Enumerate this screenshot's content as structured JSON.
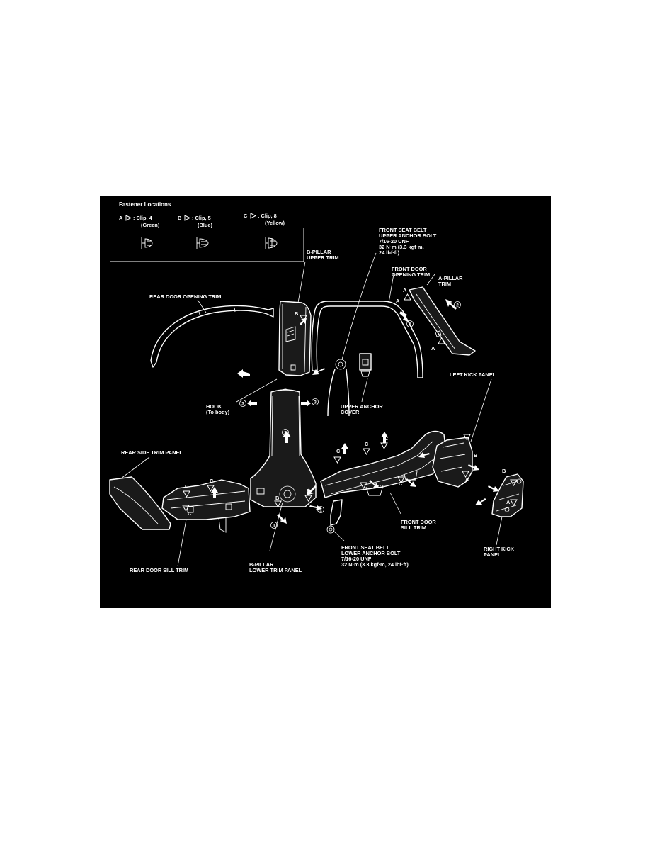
{
  "legend": {
    "title": "Fastener Locations",
    "clips": [
      {
        "letter": "A",
        "text": ": Clip, 4",
        "color": "(Green)"
      },
      {
        "letter": "B",
        "text": ": Clip, 5",
        "color": "(Blue)"
      },
      {
        "letter": "C",
        "text": ": Clip, 8",
        "color": "(Yellow)"
      }
    ]
  },
  "labels": {
    "front_seat_belt_upper": [
      "FRONT SEAT BELT",
      "UPPER ANCHOR BOLT",
      "7/16-20 UNF",
      "32 N·m (3.3 kgf·m,",
      "24 lbf·ft)"
    ],
    "b_pillar_upper": [
      "B-PILLAR",
      "UPPER TRIM"
    ],
    "front_door_opening": [
      "FRONT DOOR",
      "OPENING TRIM"
    ],
    "a_pillar": [
      "A-PILLAR",
      "TRIM"
    ],
    "rear_door_opening": [
      "REAR DOOR OPENING TRIM"
    ],
    "left_kick": [
      "LEFT KICK PANEL"
    ],
    "hook": [
      "HOOK",
      "(To body)"
    ],
    "upper_anchor_cover": [
      "UPPER ANCHOR",
      "COVER"
    ],
    "rear_side_trim": [
      "REAR SIDE TRIM PANEL"
    ],
    "front_door_sill": [
      "FRONT DOOR",
      "SILL TRIM"
    ],
    "front_seat_belt_lower": [
      "FRONT SEAT BELT",
      "LOWER ANCHOR BOLT",
      "7/16-20 UNF",
      "32 N·m (3.3 kgf·m, 24 lbf·ft)"
    ],
    "right_kick": [
      "RIGHT KICK",
      "PANEL"
    ],
    "rear_door_sill": [
      "REAR DOOR SILL TRIM"
    ],
    "b_pillar_lower": [
      "B-PILLAR",
      "LOWER TRIM PANEL"
    ]
  },
  "callouts": {
    "a": "A",
    "b": "B",
    "c": "C"
  },
  "steps": {
    "one": "1",
    "two": "2",
    "three": "3"
  },
  "colors": {
    "background": "#000000",
    "line": "#ffffff",
    "page": "#ffffff"
  }
}
